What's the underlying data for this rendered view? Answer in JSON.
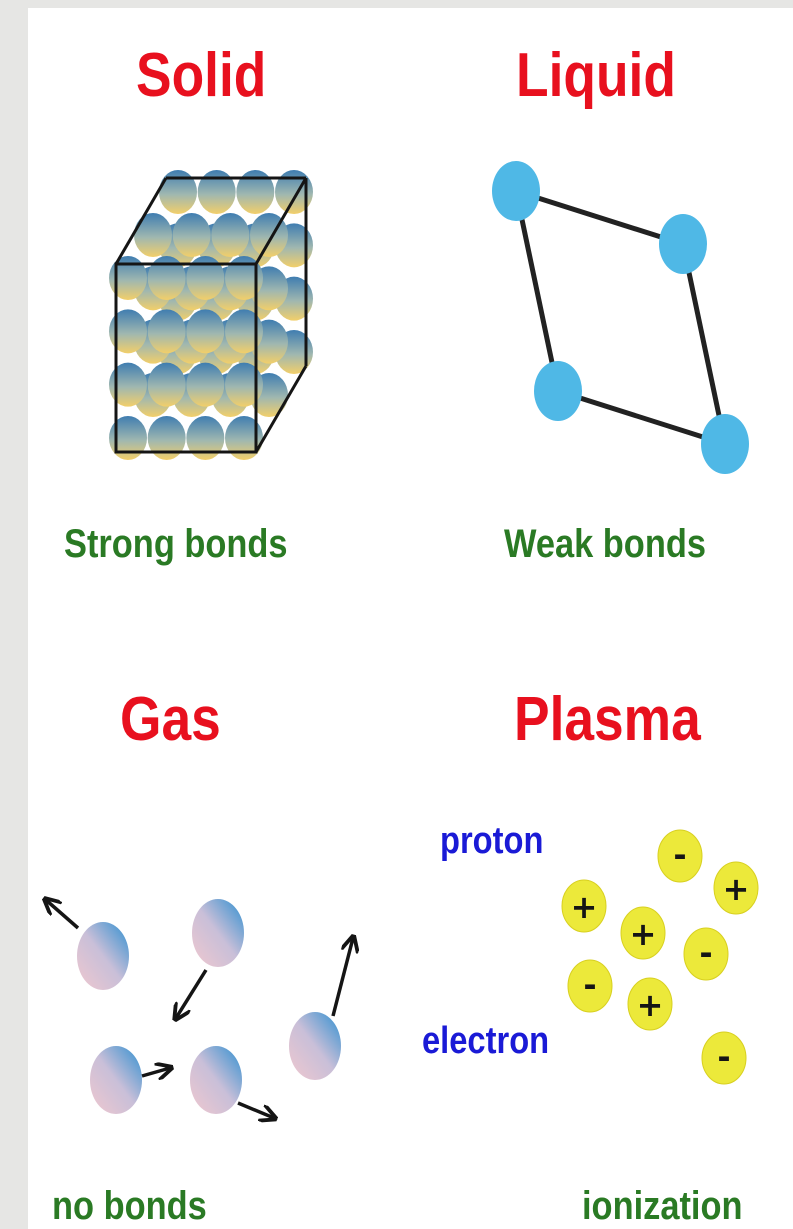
{
  "colors": {
    "title": "#e8101e",
    "caption": "#2a7a24",
    "particle_label": "#1a1ad6",
    "liquid_atom": "#4fb8e6",
    "plasma_ion": "#ece93a",
    "solid_atom_top": "#3f7db0",
    "solid_atom_bottom": "#f2cf6a"
  },
  "states": {
    "solid": {
      "title": "Solid",
      "caption": "Strong bonds"
    },
    "liquid": {
      "title": "Liquid",
      "caption": "Weak bonds"
    },
    "gas": {
      "title": "Gas",
      "caption": "no bonds"
    },
    "plasma": {
      "title": "Plasma",
      "caption": "ionization",
      "proton_label": "proton",
      "electron_label": "electron",
      "plus_sign": "+",
      "minus_sign": "-"
    }
  },
  "icons": {
    "solid": "lattice-cube-icon",
    "liquid": "bonded-atoms-icon",
    "gas": "free-molecules-icon",
    "plasma": "charged-particles-icon"
  }
}
